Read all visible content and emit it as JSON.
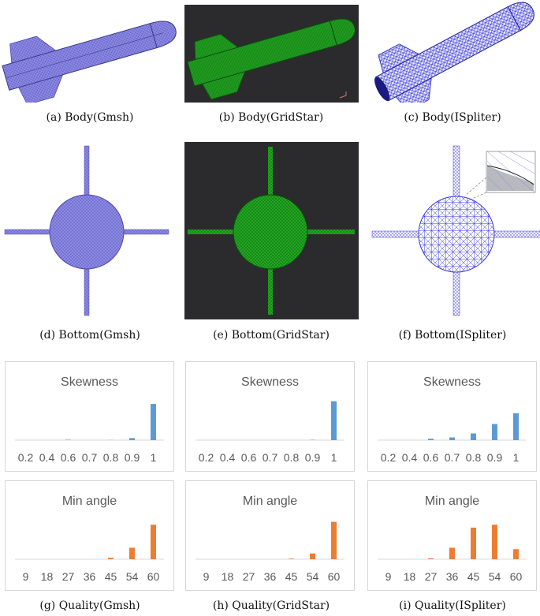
{
  "captions": {
    "a": "(a)  Body(Gmsh)",
    "b": "(b)  Body(GridStar)",
    "c": "(c)  Body(ISpliter)",
    "d": "(d)  Bottom(Gmsh)",
    "e": "(e)  Bottom(GridStar)",
    "f": "(f)  Bottom(ISpliter)",
    "g": "(g)  Quality(Gmsh)",
    "h": "(h)  Quality(GridStar)",
    "i": "(i)  Quality(ISpliter)"
  },
  "colors": {
    "gmsh_mesh": "#7b78d8",
    "gridstar_mesh": "#1f8f1f",
    "gridstar_bg": "#2b2b2e",
    "ispliter_mesh": "#3b3bd8",
    "skewness_bar": "#5b9bd5",
    "minangle_bar": "#ed7d31"
  },
  "chart_data": [
    {
      "type": "bar",
      "panel": "g",
      "title": "Skewness",
      "categories": [
        "0.2",
        "0.4",
        "0.6",
        "0.7",
        "0.8",
        "0.9",
        "1"
      ],
      "values": [
        0,
        0,
        0.3,
        0,
        0.1,
        1.5,
        27
      ],
      "ylim": [
        0,
        30
      ],
      "grid": false,
      "color": "#5b9bd5"
    },
    {
      "type": "bar",
      "panel": "h",
      "title": "Skewness",
      "categories": [
        "0.2",
        "0.4",
        "0.6",
        "0.7",
        "0.8",
        "0.9",
        "1"
      ],
      "values": [
        0,
        0,
        0,
        0,
        0,
        0.2,
        29
      ],
      "ylim": [
        0,
        30
      ],
      "grid": false,
      "color": "#5b9bd5"
    },
    {
      "type": "bar",
      "panel": "i",
      "title": "Skewness",
      "categories": [
        "0.2",
        "0.4",
        "0.6",
        "0.7",
        "0.8",
        "0.9",
        "1"
      ],
      "values": [
        0,
        0,
        1,
        2,
        5,
        12,
        20
      ],
      "ylim": [
        0,
        30
      ],
      "grid": false,
      "color": "#5b9bd5"
    },
    {
      "type": "bar",
      "panel": "g",
      "title": "Min angle",
      "categories": [
        "9",
        "18",
        "27",
        "36",
        "45",
        "54",
        "60"
      ],
      "values": [
        0,
        0,
        0,
        0,
        0.5,
        4,
        12
      ],
      "ylim": [
        0,
        14
      ],
      "grid": false,
      "color": "#ed7d31"
    },
    {
      "type": "bar",
      "panel": "h",
      "title": "Min angle",
      "categories": [
        "9",
        "18",
        "27",
        "36",
        "45",
        "54",
        "60"
      ],
      "values": [
        0,
        0,
        0,
        0,
        0.2,
        2,
        13
      ],
      "ylim": [
        0,
        14
      ],
      "grid": false,
      "color": "#ed7d31"
    },
    {
      "type": "bar",
      "panel": "i",
      "title": "Min angle",
      "categories": [
        "9",
        "18",
        "27",
        "36",
        "45",
        "54",
        "60"
      ],
      "values": [
        0,
        0,
        0.3,
        4,
        11,
        12,
        3.5
      ],
      "ylim": [
        0,
        14
      ],
      "grid": false,
      "color": "#ed7d31"
    }
  ]
}
